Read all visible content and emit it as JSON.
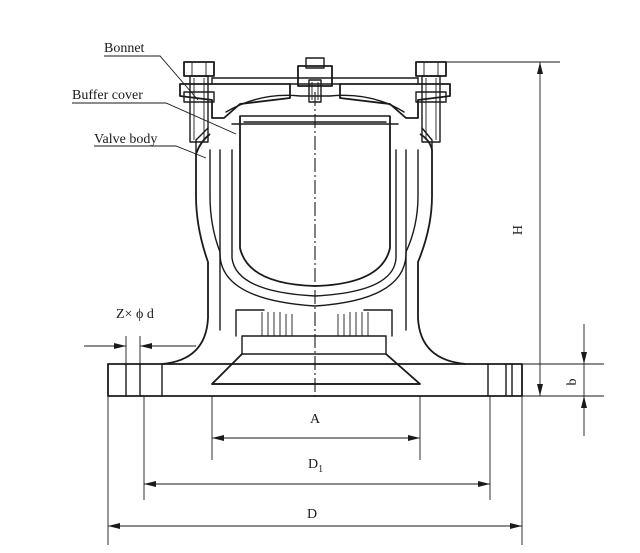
{
  "labels": {
    "bonnet": "Bonnet",
    "buffer_cover": "Buffer cover",
    "valve_body": "Valve body"
  },
  "dimensions": {
    "bolt_holes": "Z× ϕ d",
    "height": "H",
    "flange_thickness": "b",
    "inlet": "A",
    "bolt_circle": "D",
    "bolt_circle_sub": "1",
    "outer_diameter": "D"
  }
}
